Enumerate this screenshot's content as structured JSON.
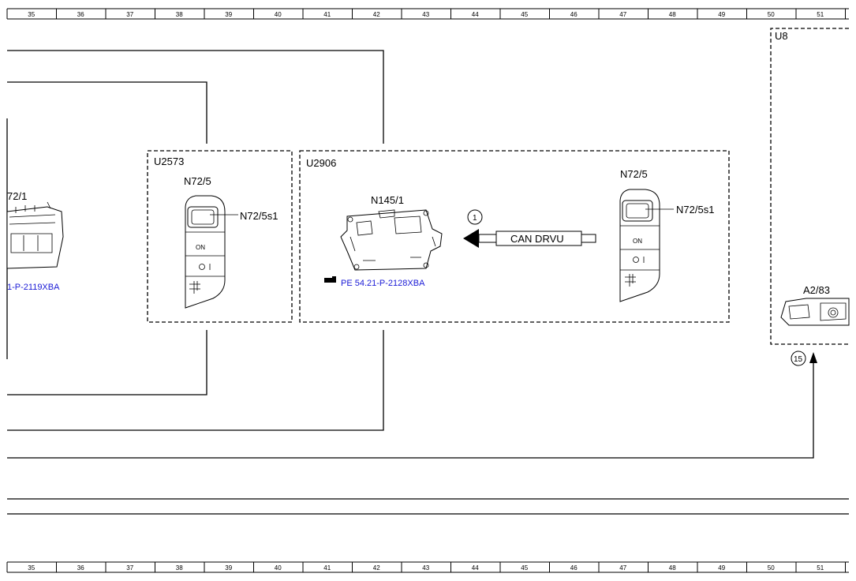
{
  "ruler": {
    "columns": [
      "35",
      "36",
      "37",
      "38",
      "39",
      "40",
      "41",
      "42",
      "43",
      "44",
      "45",
      "46",
      "47",
      "48",
      "49",
      "50",
      "51"
    ]
  },
  "modules": {
    "left_partial": {
      "label": "72/1",
      "ref": "1-P-2119XBA"
    },
    "u2573": {
      "box_label": "U2573",
      "component": "N72/5",
      "switch_label": "N72/5s1",
      "on_label": "ON"
    },
    "u2906": {
      "box_label": "U2906",
      "module": "N145/1",
      "module_ref": "PE 54.21-P-2128XBA",
      "bus_marker": "1",
      "bus_label": "CAN DRVU",
      "component": "N72/5",
      "switch_label": "N72/5s1",
      "on_label": "ON"
    },
    "u8": {
      "box_label": "U8",
      "component": "A2/83",
      "connector_marker": "15"
    }
  },
  "colors": {
    "line": "#000000",
    "reference_link": "#1a1ad6"
  }
}
